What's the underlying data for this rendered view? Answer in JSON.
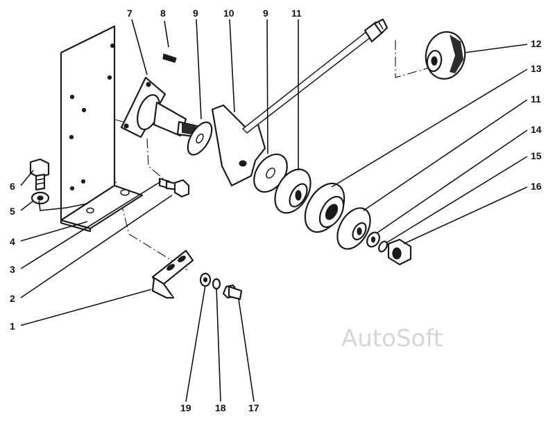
{
  "callouts": [
    {
      "id": "1",
      "label": "1"
    },
    {
      "id": "2",
      "label": "2"
    },
    {
      "id": "3",
      "label": "3"
    },
    {
      "id": "4",
      "label": "4"
    },
    {
      "id": "5",
      "label": "5"
    },
    {
      "id": "6",
      "label": "6"
    },
    {
      "id": "7",
      "label": "7"
    },
    {
      "id": "8",
      "label": "8"
    },
    {
      "id": "9a",
      "label": "9"
    },
    {
      "id": "10",
      "label": "10"
    },
    {
      "id": "9b",
      "label": "9"
    },
    {
      "id": "11a",
      "label": "11"
    },
    {
      "id": "12",
      "label": "12"
    },
    {
      "id": "13",
      "label": "13"
    },
    {
      "id": "11b",
      "label": "11"
    },
    {
      "id": "14",
      "label": "14"
    },
    {
      "id": "15",
      "label": "15"
    },
    {
      "id": "16",
      "label": "16"
    },
    {
      "id": "19",
      "label": "19"
    },
    {
      "id": "18",
      "label": "18"
    },
    {
      "id": "17",
      "label": "17"
    }
  ],
  "watermark": "AutoSoft"
}
